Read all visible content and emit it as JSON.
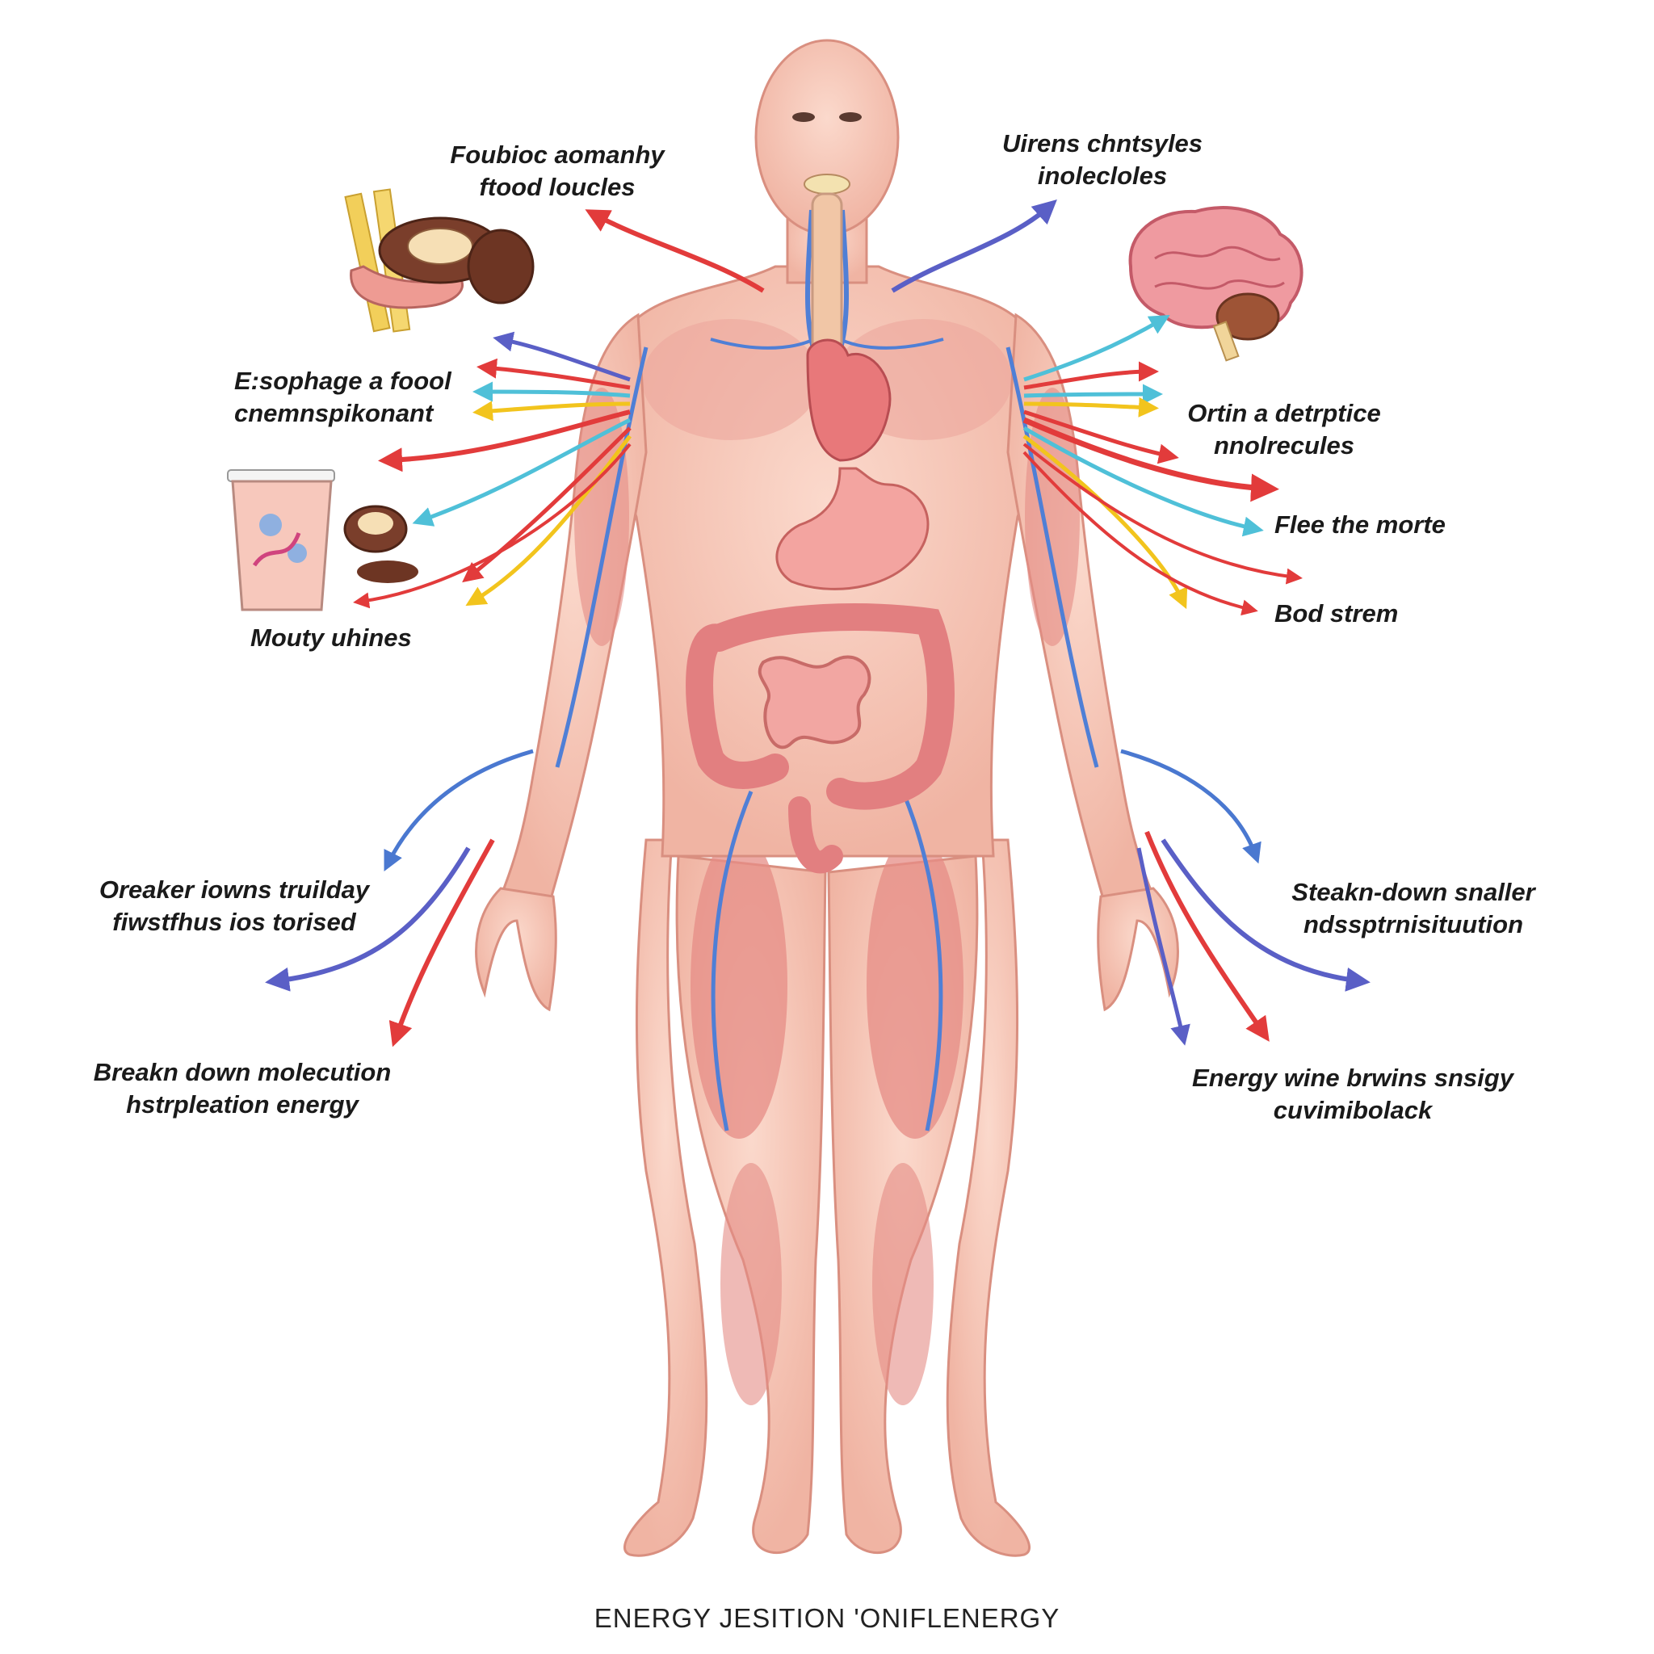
{
  "labels": {
    "food_molecules": [
      "Foubioc aomanhy",
      "ftood loucles"
    ],
    "brain_molecules": [
      "Uirens chntsyles",
      "inolecloles"
    ],
    "esophagus": [
      "E:sophage a foool",
      "cnemnspikonant"
    ],
    "protein": [
      "Ortin  a detrptice",
      "nnolrecules"
    ],
    "flee": [
      "Flee the morte"
    ],
    "blood": [
      "Bod strem"
    ],
    "mouth": [
      "Mouty uhines"
    ],
    "breakdown_left": [
      "Oreaker iowns truilday",
      "fiwstfhus ios torised"
    ],
    "breakdown_right": [
      "Steakn-down snaller",
      "ndssptrnisituution"
    ],
    "molecule_energy": [
      "Breakn down molecution",
      "hstrpleation energy"
    ],
    "energy_right": [
      "Energy wine brwins snsigy",
      "cuvimibolack"
    ]
  },
  "caption": "ENERGY JESITION 'ONIFLENERGY",
  "colors": {
    "skin": "#f6c7b8",
    "muscle": "#e58c86",
    "vein": "#4f7fd6",
    "arrow_red": "#e23b3b",
    "arrow_blue": "#5a5fc6",
    "arrow_cyan": "#4fc0d8",
    "arrow_yellow": "#f2c41d"
  }
}
